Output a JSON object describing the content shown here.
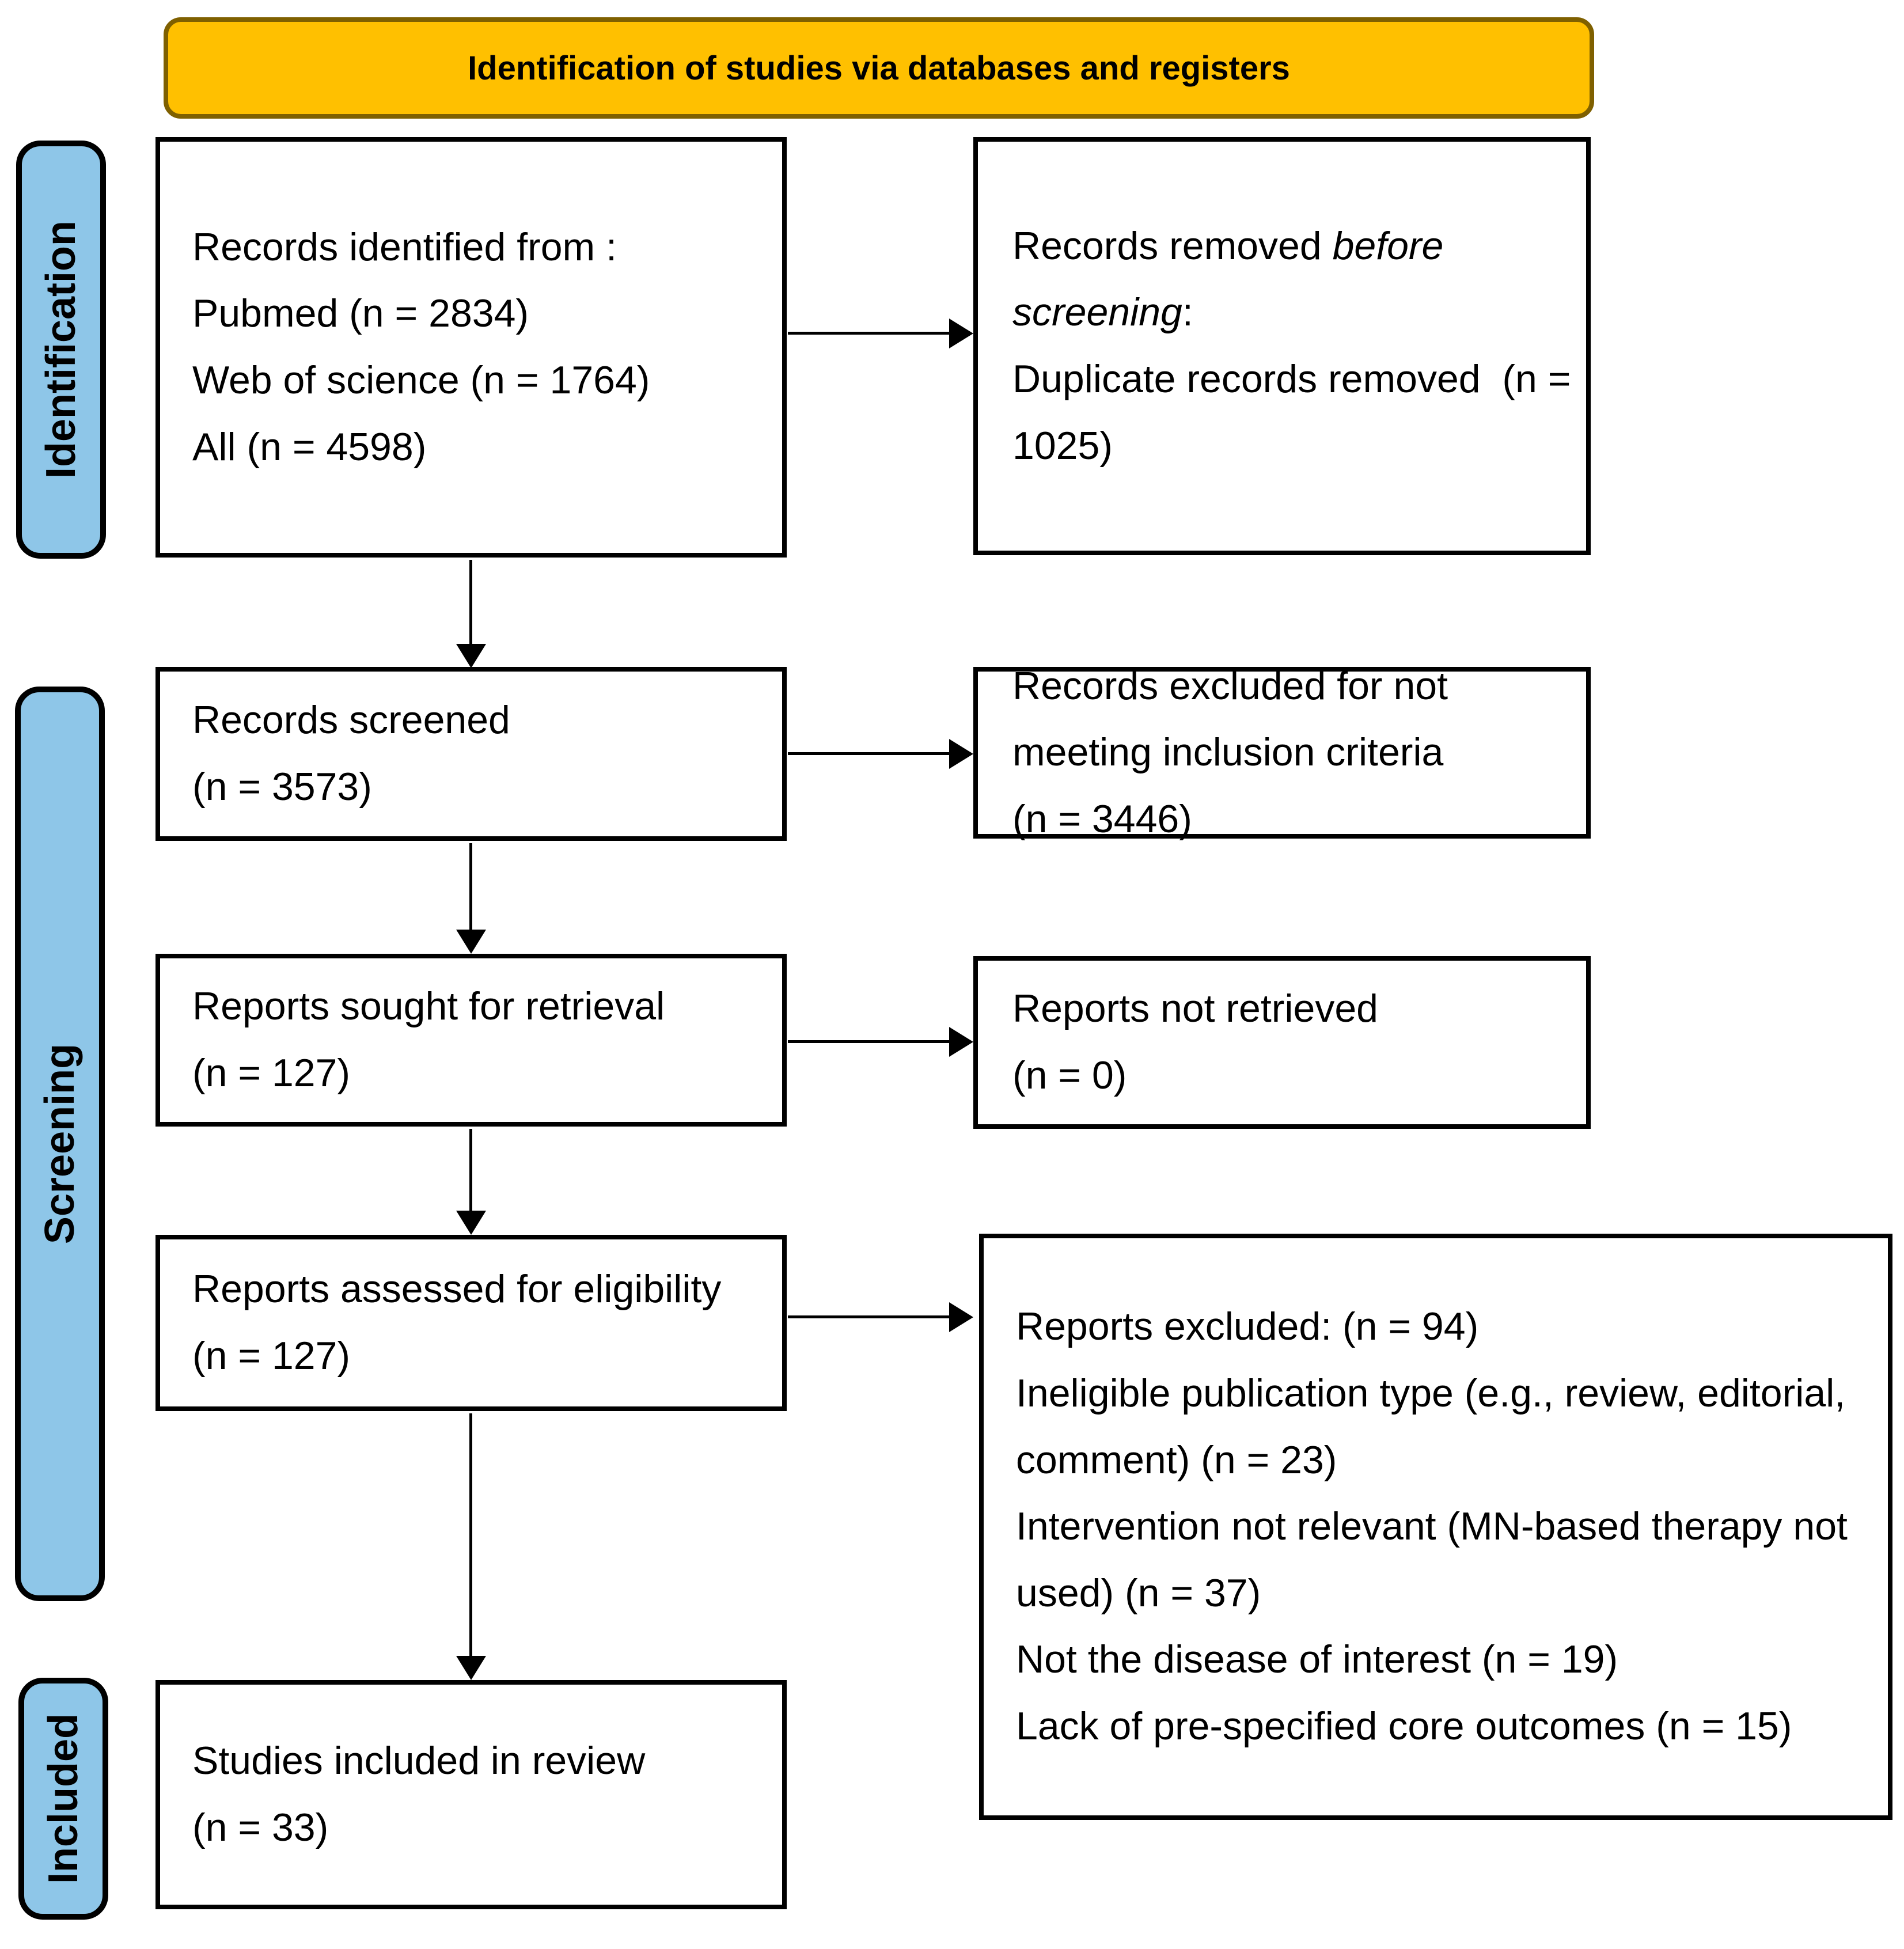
{
  "title": "Identification of studies via databases and registers",
  "sidebar": {
    "items": [
      {
        "label": "Identification"
      },
      {
        "label": "Screening"
      },
      {
        "label": "Included"
      }
    ]
  },
  "boxes": {
    "identified": {
      "lines": [
        "Records identified from :",
        "Pubmed (n = 2834)",
        "Web of science (n = 1764)",
        "All (n = 4598)"
      ]
    },
    "removed_before_screening": {
      "lines": [
        "Records removed *before screening*:",
        "Duplicate records removed  (n = 1025)"
      ]
    },
    "screened": {
      "lines": [
        "Records screened",
        "(n = 3573)"
      ]
    },
    "excluded_screening": {
      "lines": [
        "Records excluded for not meeting inclusion criteria",
        "(n = 3446)"
      ]
    },
    "sought": {
      "lines": [
        "Reports sought for retrieval",
        "(n = 127)"
      ]
    },
    "not_retrieved": {
      "lines": [
        "Reports not retrieved",
        "(n = 0)"
      ]
    },
    "assessed": {
      "lines": [
        "Reports assessed for eligibility",
        "(n = 127)"
      ]
    },
    "excluded_eligibility": {
      "lines": [
        "Reports excluded: (n = 94)",
        "Ineligible publication type (e.g., review, editorial, comment) (n = 23)",
        "Intervention not relevant (MN-based therapy not used) (n = 37)",
        "Not the disease of interest (n = 19)",
        "Lack of pre-specified core outcomes (n = 15)"
      ]
    },
    "included_review": {
      "lines": [
        "Studies included in review",
        "(n = 33)"
      ]
    }
  },
  "colors": {
    "banner_fill": "#FFC000",
    "banner_border": "#7F6000",
    "stage_fill": "#8EC6E8",
    "box_border": "#000000",
    "text": "#000000"
  }
}
